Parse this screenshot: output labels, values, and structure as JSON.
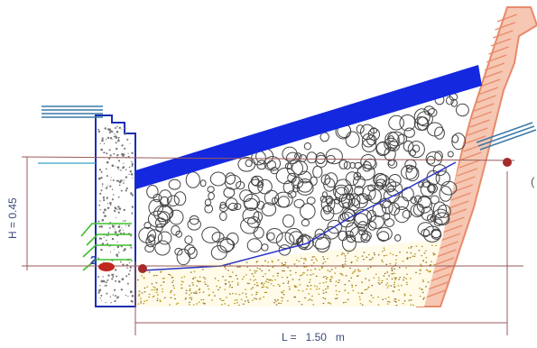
{
  "labels": {
    "height_dim": "H = 0.45",
    "length_dim": "L =   1.50   m",
    "point_marker": "2",
    "edge_char": "("
  },
  "colors": {
    "wall_outline": "#1a2fb0",
    "slope_top": "#1428e0",
    "rock_face": "#e88a6a",
    "dimension_line": "#9a5a5a",
    "point_red": "#a52a2a",
    "gauge_green": "#3ec02a",
    "water_blue": "#3a7aa8",
    "fill_line": "#2b34c8",
    "sand": "#b9930f"
  }
}
